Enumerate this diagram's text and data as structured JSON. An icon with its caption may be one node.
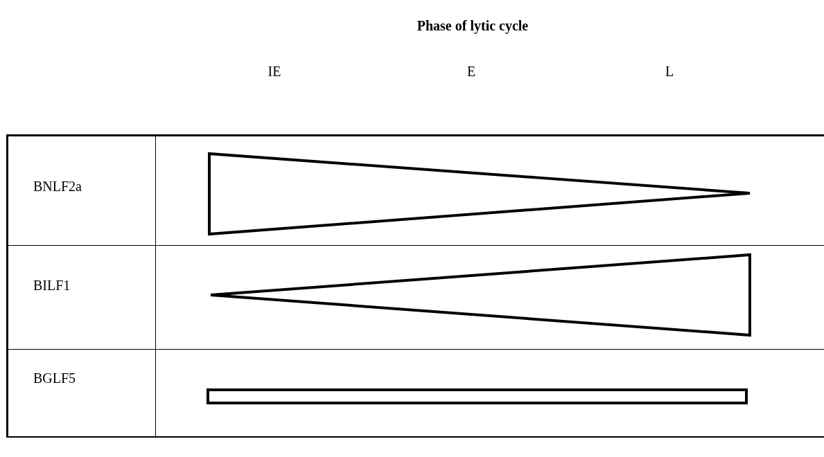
{
  "diagram": {
    "title": "Phase of lytic cycle",
    "nodes": [
      {
        "text": [],
        "shape": "triangle"
      },
      {
        "text": [],
        "shape": "triangle"
      },
      {
        "text": [],
        "shape": "bar"
      }
    ],
    "labels": [
      "IE",
      "E",
      "L",
      "BNLF2a",
      "BILF1",
      "BGLF5"
    ]
  }
}
